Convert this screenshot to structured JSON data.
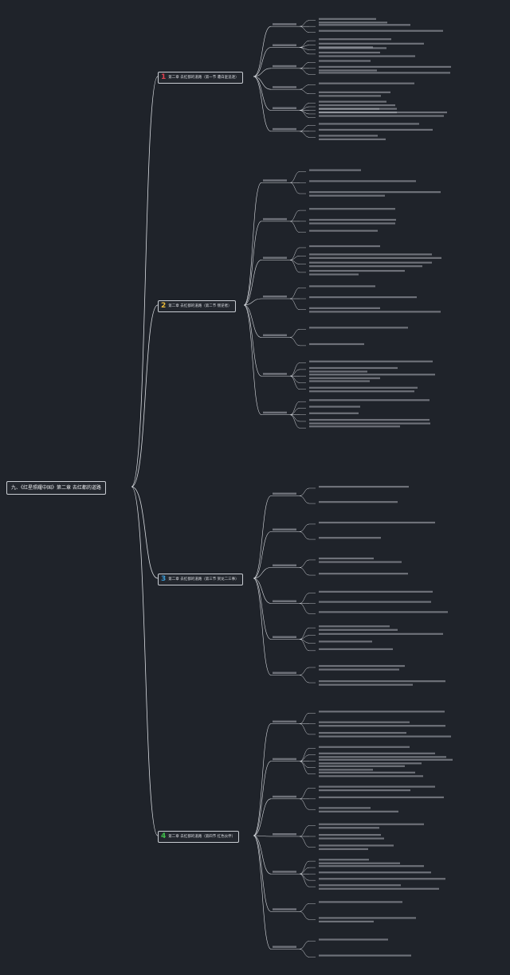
{
  "root": {
    "label": "九、《红星照耀中国》第二章 去红都的道路"
  },
  "branches": [
    {
      "number": "1",
      "title": "第二章 去红都的道路（第一节 遭白匪追逐）",
      "color": "#e0414f"
    },
    {
      "number": "2",
      "title": "第二章 去红都的道路（第二节 叛逆者）",
      "color": "#e8b93a"
    },
    {
      "number": "3",
      "title": "第二章 去红都的道路（第三节 贺龙二三事）",
      "color": "#3a9bd6"
    },
    {
      "number": "4",
      "title": "第二章 去红都的道路（第四节 红色伙伴）",
      "color": "#3fbf4a"
    }
  ],
  "theme": {
    "background": "#1f232a",
    "line": "#d9dce1",
    "text_dim": "#aeb3ba"
  }
}
